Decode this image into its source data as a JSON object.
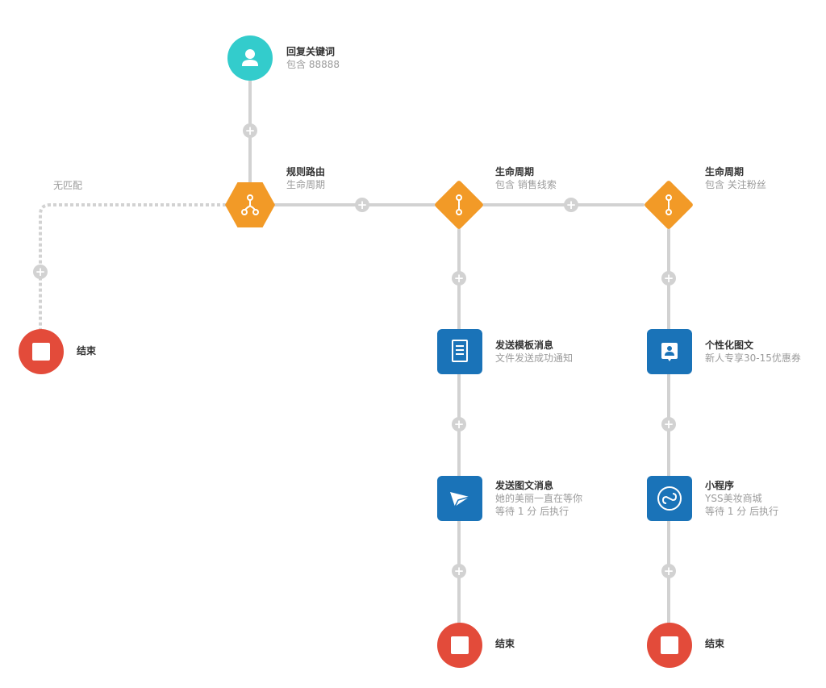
{
  "colors": {
    "start": "#33cccc",
    "end": "#e34b3a",
    "action": "#1a73b8",
    "decision": "#f29a27",
    "line": "#d2d2d2"
  },
  "nodes": {
    "trigger": {
      "icon": "user-icon",
      "title": "回复关键词",
      "subtitle": "包含 88888"
    },
    "router": {
      "icon": "branch-icon",
      "title": "规则路由",
      "subtitle": "生命周期"
    },
    "no_match": {
      "label": "无匹配"
    },
    "end_left": {
      "icon": "stop-icon",
      "title": "结束"
    },
    "lifecycle_1": {
      "icon": "condition-icon",
      "title": "生命周期",
      "subtitle": "包含 销售线索"
    },
    "lifecycle_2": {
      "icon": "condition-icon",
      "title": "生命周期",
      "subtitle": "包含 关注粉丝"
    },
    "template_msg": {
      "icon": "document-icon",
      "title": "发送模板消息",
      "subtitle": "文件发送成功通知"
    },
    "rich_msg": {
      "icon": "paper-plane-icon",
      "title": "发送图文消息",
      "subtitle": "她的美丽一直在等你",
      "subtitle2": "等待 1 分 后执行"
    },
    "personal_msg": {
      "icon": "profile-card-icon",
      "title": "个性化图文",
      "subtitle": "新人专享30-15优惠券"
    },
    "mini_program": {
      "icon": "mini-program-icon",
      "title": "小程序",
      "subtitle": "YSS美妆商城",
      "subtitle2": "等待 1 分 后执行"
    },
    "end_mid": {
      "icon": "stop-icon",
      "title": "结束"
    },
    "end_right": {
      "icon": "stop-icon",
      "title": "结束"
    }
  },
  "add_button": {
    "icon": "plus-icon",
    "symbol": "+"
  }
}
